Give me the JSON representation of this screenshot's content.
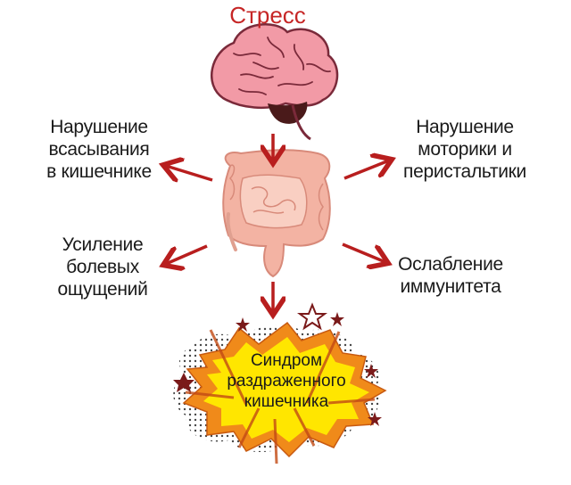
{
  "title": "Стресс",
  "effects": {
    "absorption": [
      "Нарушение",
      "всасывания",
      "в кишечнике"
    ],
    "motility": [
      "Нарушение",
      "моторики и",
      "перистальтики"
    ],
    "pain": [
      "Усиление",
      "болевых",
      "ощущений"
    ],
    "immunity": [
      "Ослабление",
      "иммунитета"
    ]
  },
  "syndrome": [
    "Синдром",
    "раздраженного",
    "кишечника"
  ],
  "icons": {
    "brain": "brain-icon",
    "intestine": "intestine-icon",
    "burst": "explosion-burst-icon"
  },
  "colors": {
    "title": "#c62626",
    "arrow": "#b81e1e",
    "brain": "#f29aa6",
    "intestine": "#f3b3a3",
    "burst_fill": "#ffe600",
    "burst_rim": "#f08a1a",
    "stars": "#7a1a1a"
  }
}
